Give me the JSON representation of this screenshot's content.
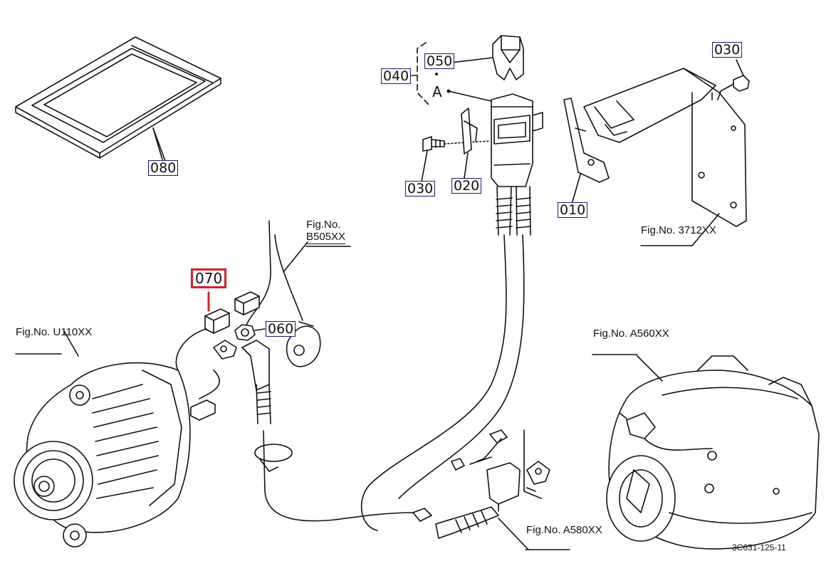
{
  "parts": {
    "p010": "010",
    "p020": "020",
    "p030a": "030",
    "p030b": "030",
    "p040": "040",
    "p050": "050",
    "p060": "060",
    "p070": "070",
    "p080": "080"
  },
  "selected_part": "070",
  "callout_a": "A",
  "figure_refs": {
    "b505": {
      "label": "Fig.No.",
      "number": "B505XX"
    },
    "f3712": {
      "label": "Fig.No.",
      "number": "3712XX"
    },
    "u110": {
      "label": "Fig.No.",
      "number": "U110XX"
    },
    "a560": {
      "label": "Fig.No.",
      "number": "A560XX"
    },
    "a580": {
      "label": "Fig.No.",
      "number": "A580XX"
    }
  },
  "drawing_id": "3C631-125-11",
  "colors": {
    "label_border": "#1a1a6e",
    "selected_border": "#d8202a",
    "line": "#111111"
  }
}
